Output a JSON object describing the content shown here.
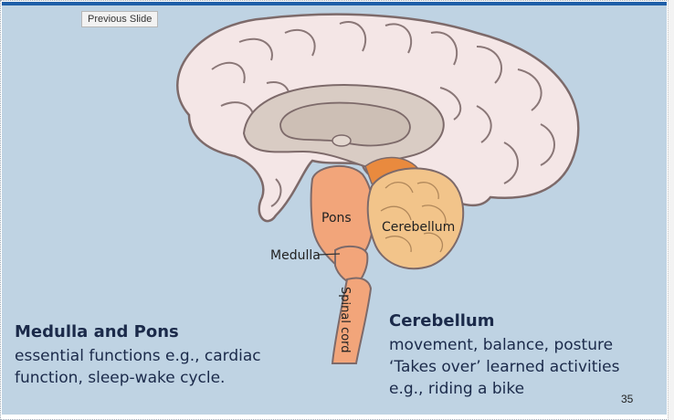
{
  "tooltip": {
    "previous_slide": "Previous Slide"
  },
  "diagram": {
    "label_pons": "Pons",
    "label_cerebellum": "Cerebellum",
    "label_medulla": "Medulla",
    "label_spinal_cord": "Spinal cord"
  },
  "left_block": {
    "title": "Medulla and Pons",
    "line1": "essential functions e.g., cardiac",
    "line2": "function, sleep-wake cycle."
  },
  "right_block": {
    "title": "Cerebellum",
    "line1": "movement, balance, posture",
    "line2": "‘Takes over’ learned activities",
    "line3": "e.g., riding a bike"
  },
  "slide": {
    "page_number": "35"
  },
  "colors": {
    "background": "#bfd3e3",
    "cortex": "#f4e6e6",
    "brainstem": "#f2a57a",
    "cerebellum": "#f2c48a",
    "text": "#1b2a4a"
  }
}
